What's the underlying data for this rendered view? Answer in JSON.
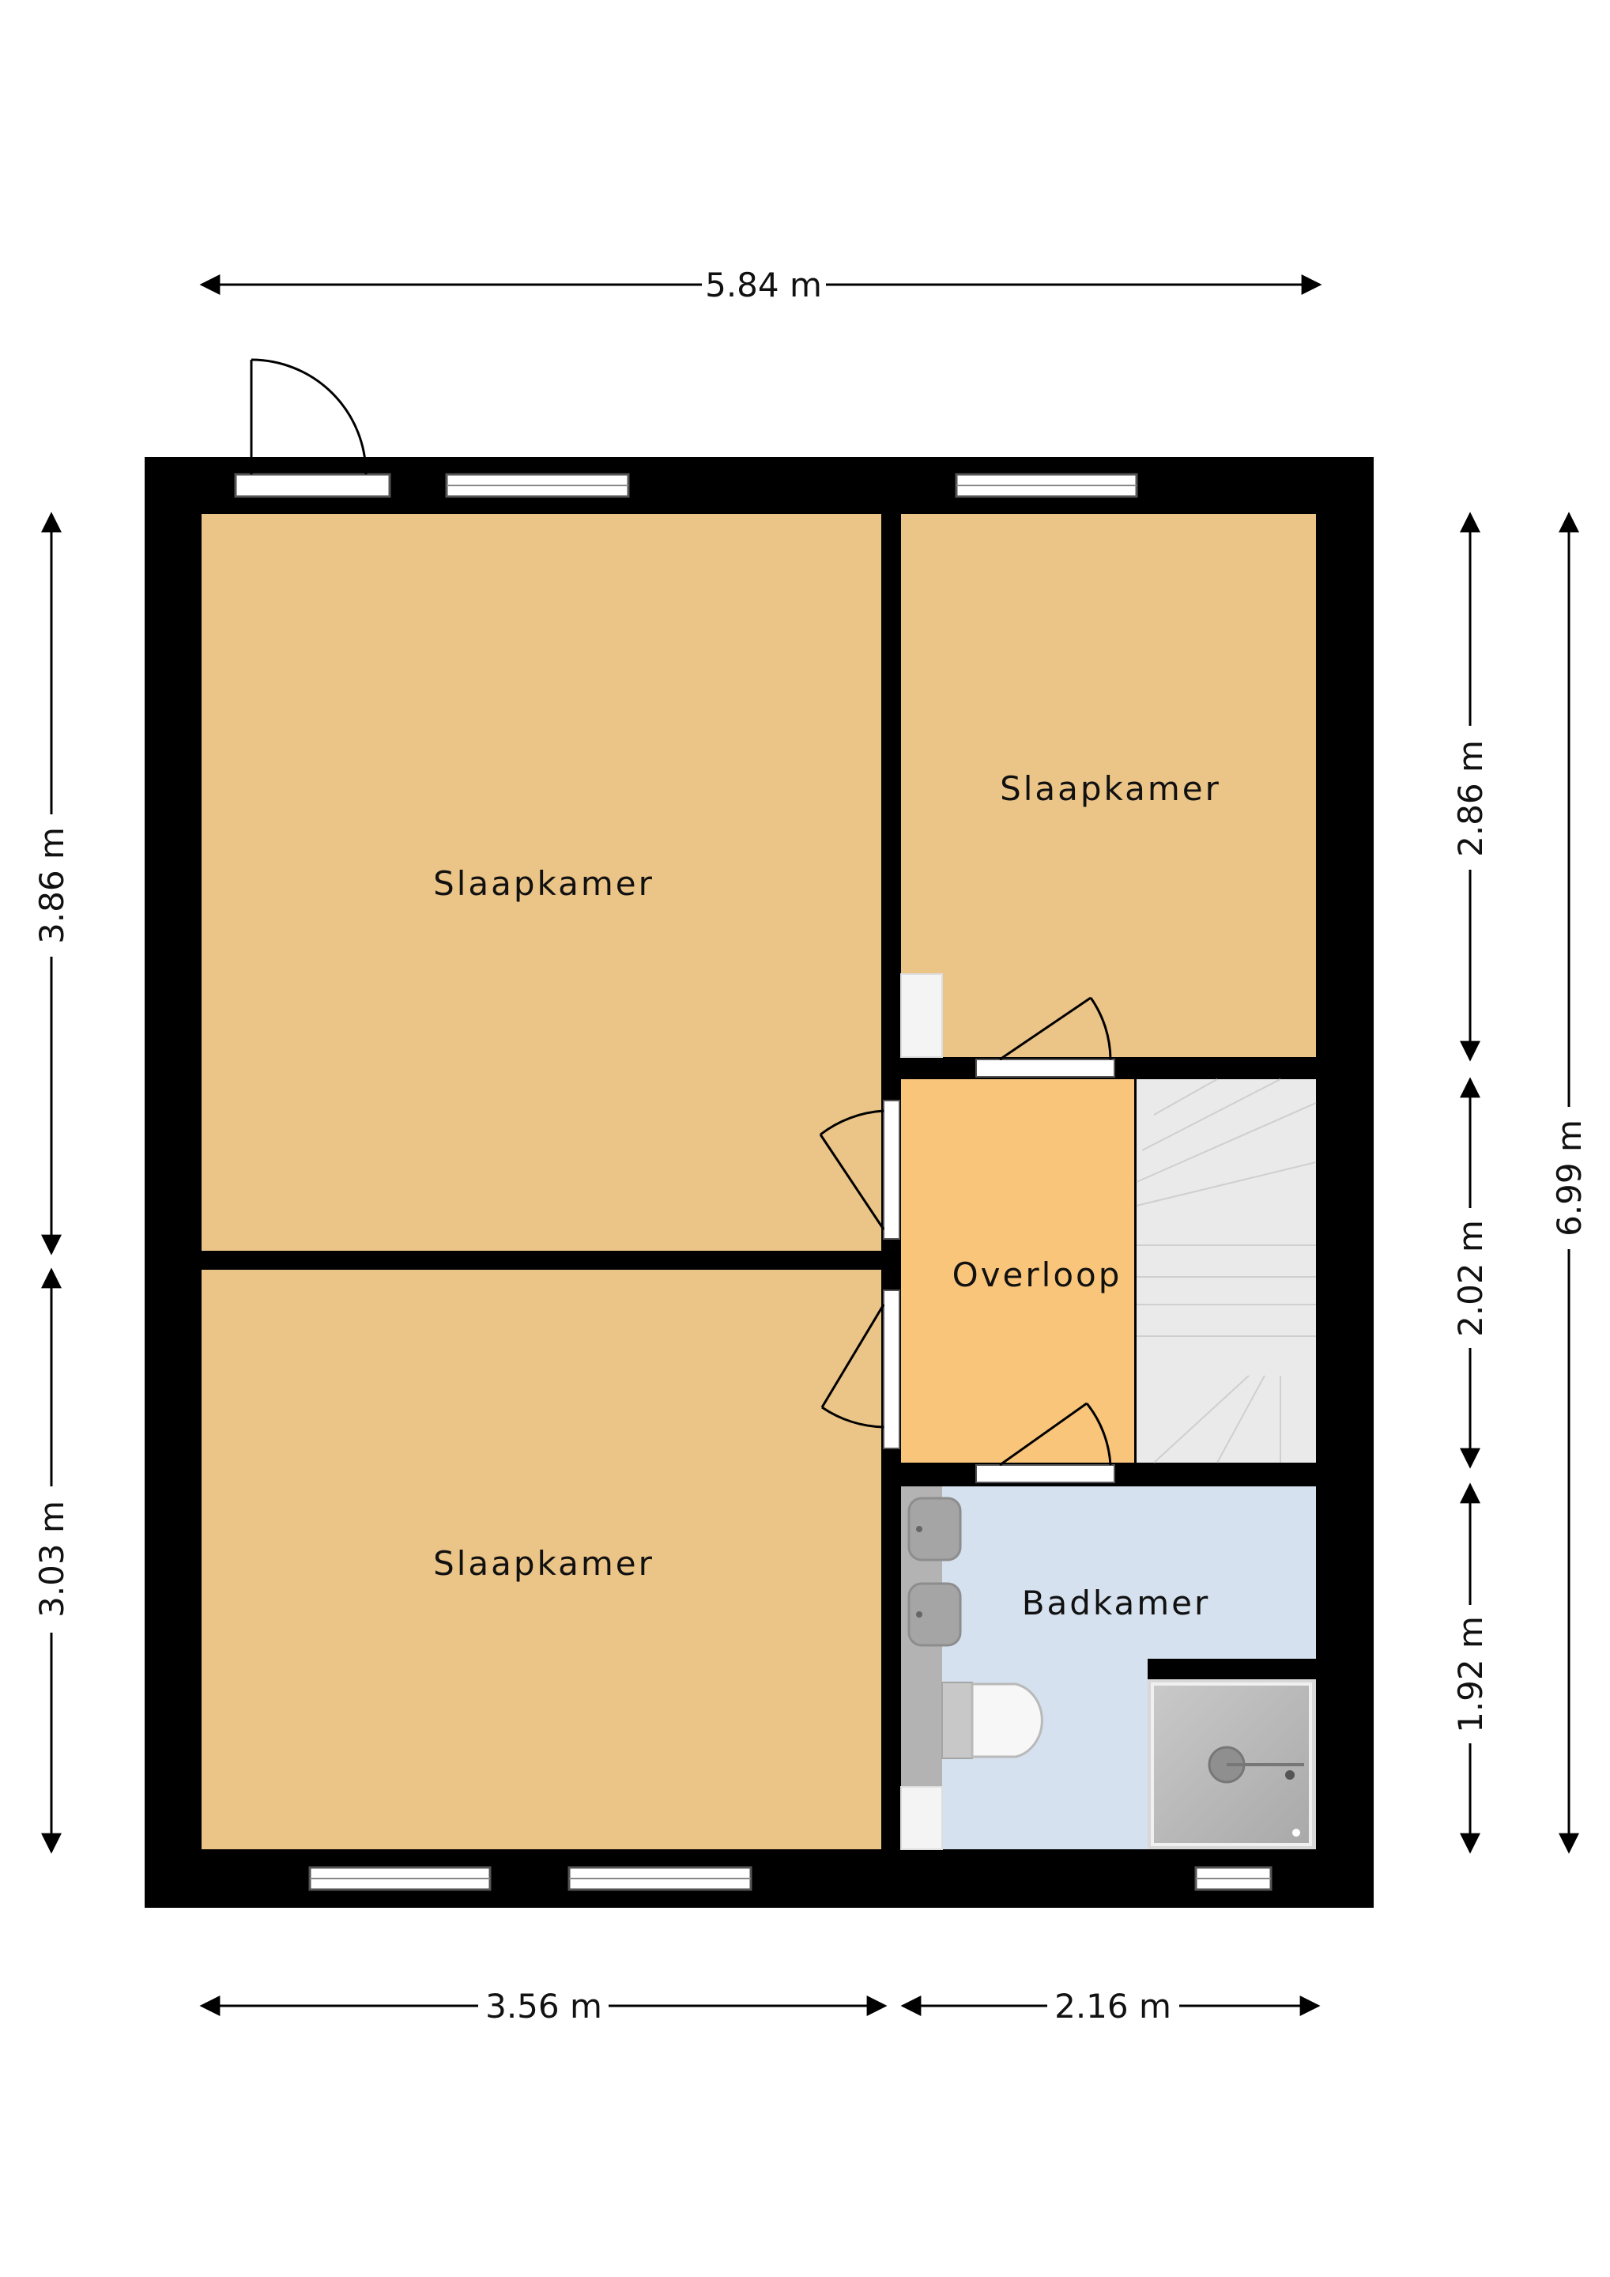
{
  "rooms": {
    "bedroom_large": "Slaapkamer",
    "bedroom_small": "Slaapkamer",
    "bedroom_bottom": "Slaapkamer",
    "landing": "Overloop",
    "bathroom": "Badkamer"
  },
  "dimensions": {
    "total_width": "5.84 m",
    "left_width": "3.56 m",
    "right_width": "2.16 m",
    "left_upper_height": "3.86 m",
    "left_lower_height": "3.03 m",
    "right_upper_height": "2.86 m",
    "right_middle_height": "2.02 m",
    "right_lower_height": "1.92 m",
    "total_height": "6.99 m"
  },
  "colors": {
    "wall": "#000000",
    "bedroom": "#ebc487",
    "landing": "#f8c57a",
    "bathroom": "#d5e1ee",
    "stairs": "#eaeaea",
    "fixture": "#b3b3b3",
    "dimension_line": "#000000"
  }
}
